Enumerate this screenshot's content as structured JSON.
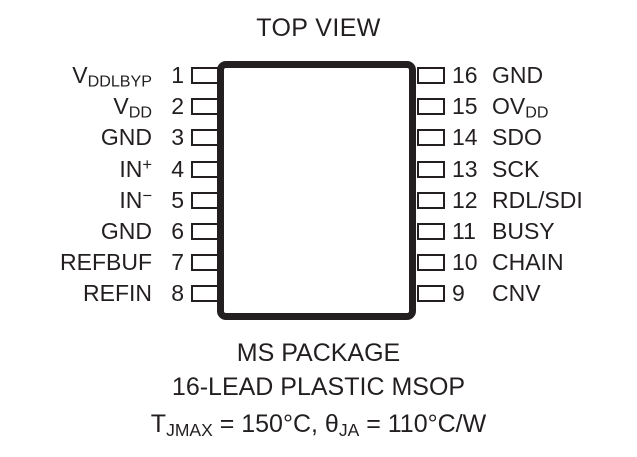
{
  "diagram": {
    "title": "TOP VIEW",
    "package_outline": {
      "shape": "rounded-rectangle",
      "stroke_color": "#231f20",
      "fill_color": "#ffffff"
    },
    "pin_count": 16,
    "left_pins": [
      {
        "number": "1",
        "name": "VDDLBYP",
        "base": "V",
        "sub": "DDLBYP",
        "sup": ""
      },
      {
        "number": "2",
        "name": "VDD",
        "base": "V",
        "sub": "DD",
        "sup": ""
      },
      {
        "number": "3",
        "name": "GND",
        "base": "GND",
        "sub": "",
        "sup": ""
      },
      {
        "number": "4",
        "name": "IN+",
        "base": "IN",
        "sub": "",
        "sup": "+"
      },
      {
        "number": "5",
        "name": "IN−",
        "base": "IN",
        "sub": "",
        "sup": "−"
      },
      {
        "number": "6",
        "name": "GND",
        "base": "GND",
        "sub": "",
        "sup": ""
      },
      {
        "number": "7",
        "name": "REFBUF",
        "base": "REFBUF",
        "sub": "",
        "sup": ""
      },
      {
        "number": "8",
        "name": "REFIN",
        "base": "REFIN",
        "sub": "",
        "sup": ""
      }
    ],
    "right_pins": [
      {
        "number": "16",
        "name": "GND",
        "base": "GND",
        "sub": "",
        "sup": ""
      },
      {
        "number": "15",
        "name": "OVDD",
        "base": "OV",
        "sub": "DD",
        "sup": ""
      },
      {
        "number": "14",
        "name": "SDO",
        "base": "SDO",
        "sub": "",
        "sup": ""
      },
      {
        "number": "13",
        "name": "SCK",
        "base": "SCK",
        "sub": "",
        "sup": ""
      },
      {
        "number": "12",
        "name": "RDL/SDI",
        "base": "RDL/SDI",
        "sub": "",
        "sup": ""
      },
      {
        "number": "11",
        "name": "BUSY",
        "base": "BUSY",
        "sub": "",
        "sup": ""
      },
      {
        "number": "10",
        "name": "CHAIN",
        "base": "CHAIN",
        "sub": "",
        "sup": ""
      },
      {
        "number": "9",
        "name": "CNV",
        "base": "CNV",
        "sub": "",
        "sup": ""
      }
    ],
    "caption": {
      "line1": "MS PACKAGE",
      "line2": "16-LEAD PLASTIC MSOP",
      "line3_tj_base": "T",
      "line3_tj_sub": "JMAX",
      "line3_tj_value": " = 150°C, ",
      "line3_theta_base": "θ",
      "line3_theta_sub": "JA",
      "line3_theta_value": " = 110°C/W",
      "line3_plain": "TJMAX = 150°C, θJA = 110°C/W"
    }
  }
}
